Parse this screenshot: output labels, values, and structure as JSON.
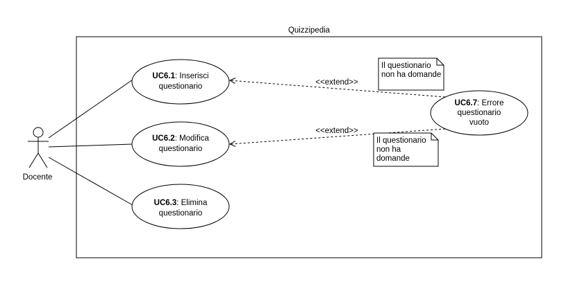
{
  "system": {
    "title": "Quizzipedia"
  },
  "actor": {
    "name": "Docente"
  },
  "use_cases": [
    {
      "id": "UC6.1",
      "name": ": Inserisci",
      "line2": "questionario"
    },
    {
      "id": "UC6.2",
      "name": ": Modifica",
      "line2": "questionario"
    },
    {
      "id": "UC6.3",
      "name": ": Elimina",
      "line2": "questionario"
    },
    {
      "id": "UC6.7",
      "name": ": Errore",
      "line2": "questionario",
      "line3": "vuoto"
    }
  ],
  "relations": [
    {
      "label": "<<extend>>",
      "from": "UC6.7",
      "to": "UC6.1"
    },
    {
      "label": "<<extend>>",
      "from": "UC6.7",
      "to": "UC6.2"
    }
  ],
  "notes": [
    {
      "lines": [
        "Il questionario",
        "non ha domande"
      ]
    },
    {
      "lines": [
        "Il questionario",
        "non ha",
        "domande"
      ]
    }
  ]
}
